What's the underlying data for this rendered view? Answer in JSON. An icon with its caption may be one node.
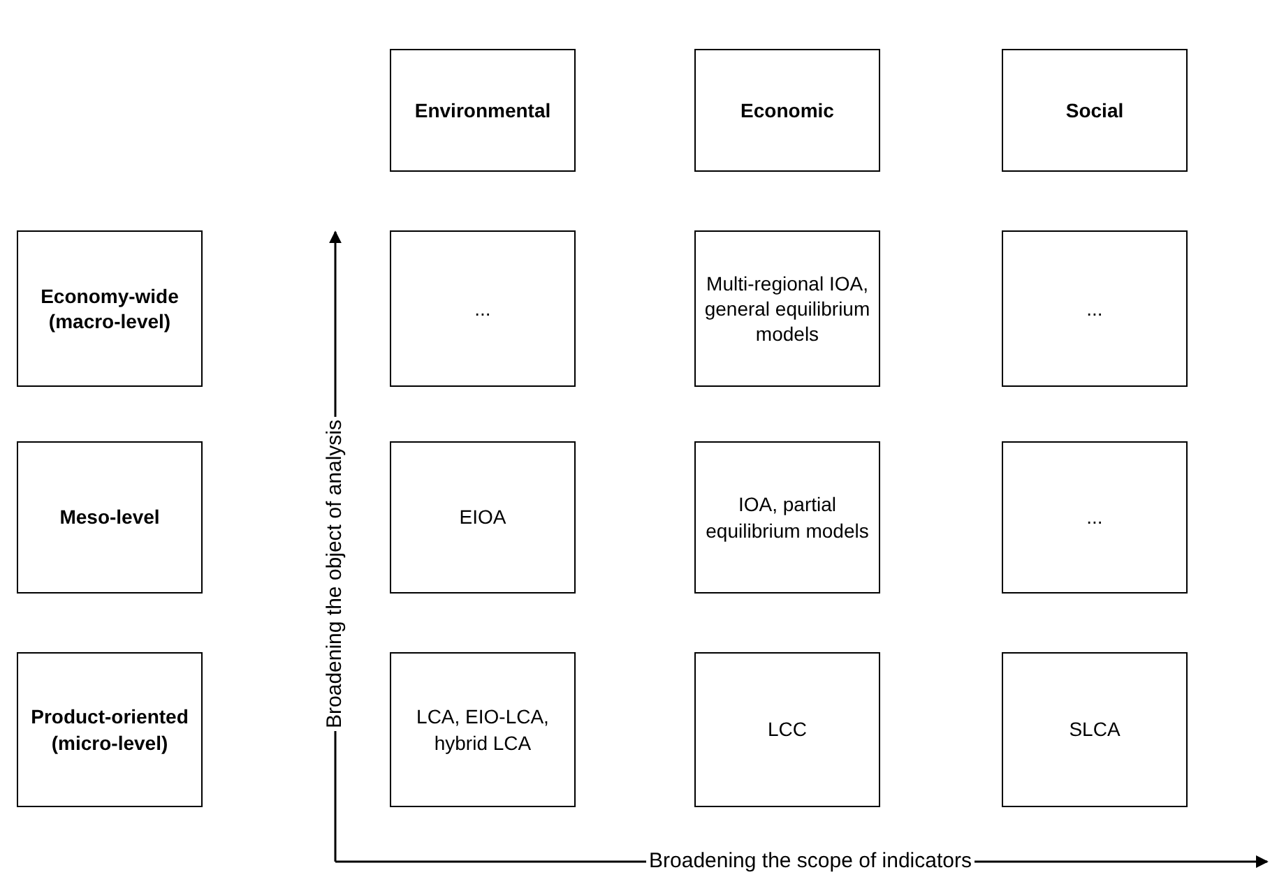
{
  "diagram": {
    "nodes": [
      {
        "text": [
          "Environmental"
        ]
      },
      {
        "text": [
          "Economic"
        ]
      },
      {
        "text": [
          "Social"
        ]
      },
      {
        "text": [
          "Economy-wide (macro-level)"
        ]
      },
      {
        "text": [
          "..."
        ]
      },
      {
        "text": [
          "Multi-regional IOA, general equilibrium models"
        ]
      },
      {
        "text": [
          "..."
        ]
      },
      {
        "text": [
          "Meso-level"
        ]
      },
      {
        "text": [
          "EIOA"
        ]
      },
      {
        "text": [
          "IOA, partial equilibrium models"
        ]
      },
      {
        "text": [
          "..."
        ]
      },
      {
        "text": [
          "Product-oriented (micro-level)"
        ]
      },
      {
        "text": [
          "LCA, EIO-LCA, hybrid LCA"
        ]
      },
      {
        "text": [
          "LCC"
        ]
      },
      {
        "text": [
          "SLCA"
        ]
      }
    ],
    "edges": [],
    "labels": [
      "Broadening the object of analysis",
      "Broadening the scope of indicators"
    ]
  }
}
